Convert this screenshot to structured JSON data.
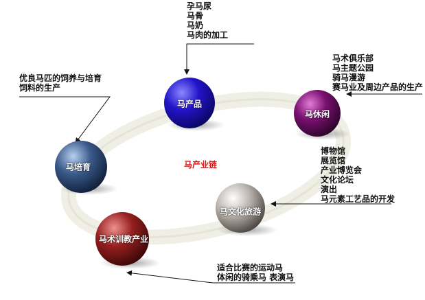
{
  "center": {
    "label": "马产业链"
  },
  "nodes": {
    "product": {
      "label": "马产品",
      "color": "#1a10c8"
    },
    "leisure": {
      "label": "马休闲",
      "color": "#7a1070"
    },
    "culture": {
      "label": "马文化旅游",
      "color": "#c8c0b8"
    },
    "training": {
      "label": "马术训教产业",
      "color": "#9a2020"
    },
    "breeding": {
      "label": "马培育",
      "color": "#3a5a8a"
    }
  },
  "notes": {
    "product": [
      "孕马尿",
      "马骨",
      "马奶",
      "马肉的加工"
    ],
    "leisure": [
      "马术俱乐部",
      "马主题公园",
      "骑马漫游",
      "赛马业及周边产品的生产"
    ],
    "culture": [
      "博物馆",
      "展览馆",
      "产业博览会",
      "文化论坛",
      "演出",
      "马元素工艺品的开发"
    ],
    "training": [
      "适合比赛的运动马",
      "体闲的骑乘马 表演马"
    ],
    "breeding": [
      "优良马匹的饲养与培育",
      "饲料的生产"
    ]
  }
}
